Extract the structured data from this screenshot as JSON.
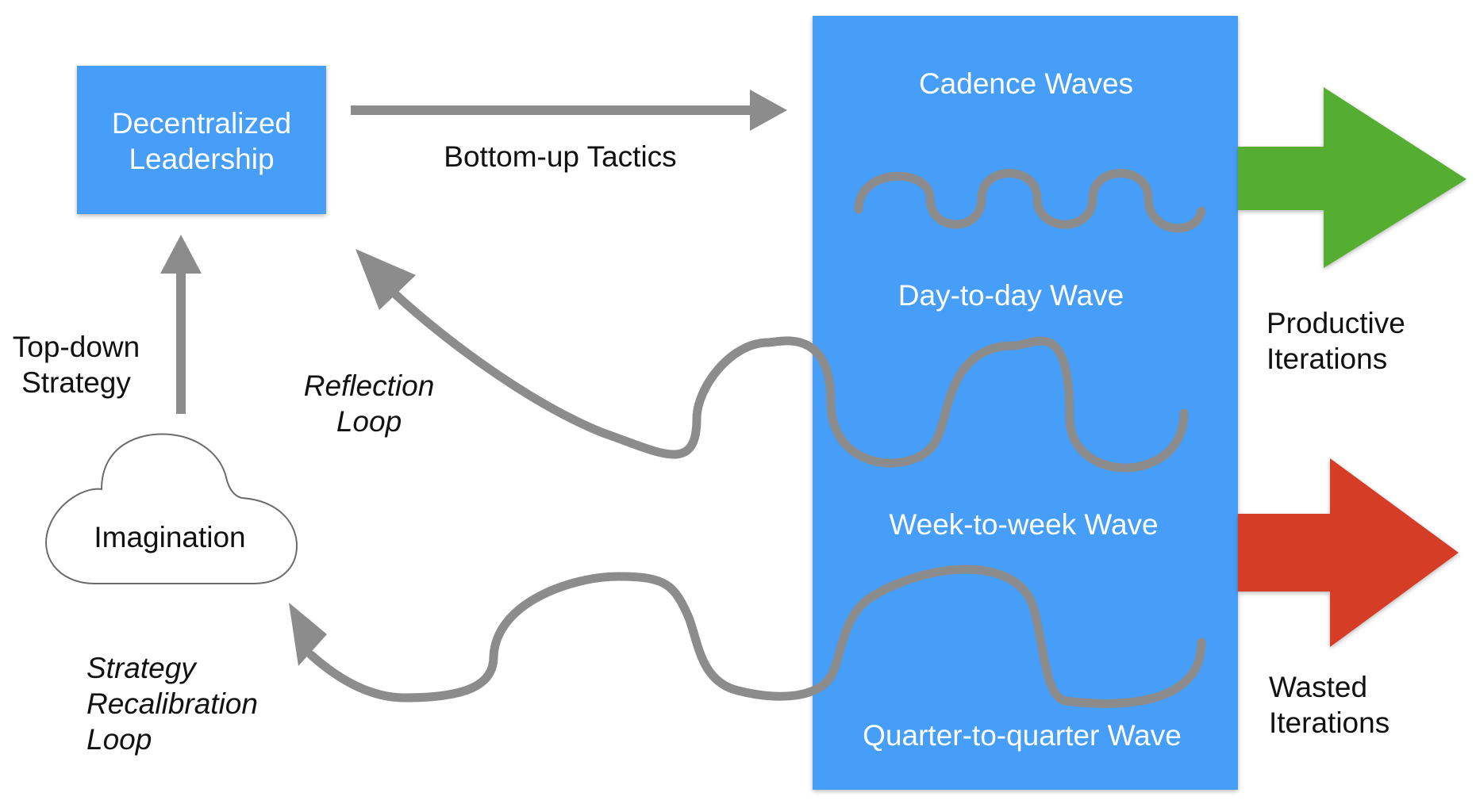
{
  "leadership_box": {
    "line1": "Decentralized",
    "line2": "Leadership"
  },
  "cadence_panel": {
    "title": "Cadence Waves",
    "day_wave_label": "Day-to-day Wave",
    "week_wave_label": "Week-to-week Wave",
    "quarter_wave_label": "Quarter-to-quarter Wave"
  },
  "imagination_cloud": {
    "label": "Imagination"
  },
  "labels": {
    "bottom_up": "Bottom-up Tactics",
    "top_down_line1": "Top-down",
    "top_down_line2": "Strategy",
    "reflection_line1": "Reflection",
    "reflection_line2": "Loop",
    "recalibration_line1": "Strategy",
    "recalibration_line2": "Recalibration",
    "recalibration_line3": "Loop",
    "productive_line1": "Productive",
    "productive_line2": "Iterations",
    "wasted_line1": "Wasted",
    "wasted_line2": "Iterations"
  },
  "colors": {
    "panel_blue": "#469ef8",
    "productive_green": "#54ad31",
    "wasted_red": "#d63c26",
    "connector_gray": "#8c8c8c"
  }
}
